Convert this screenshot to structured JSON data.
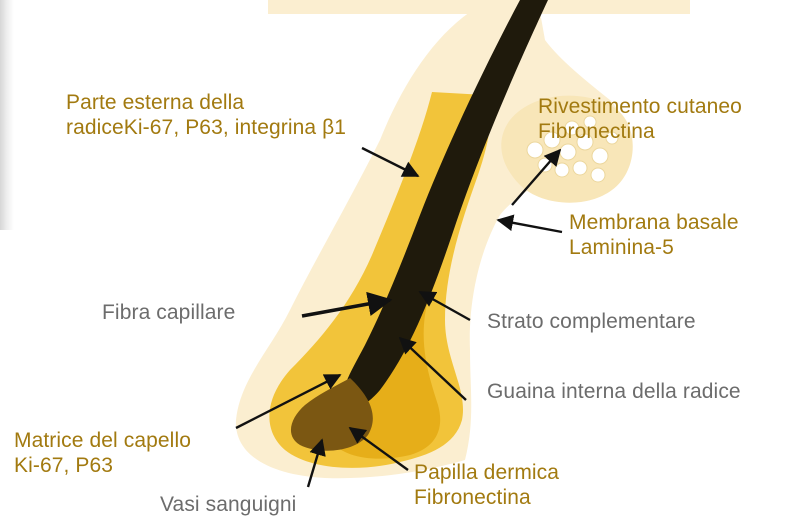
{
  "labels": {
    "outer_root_sheath": {
      "line1": "Parte esterna della",
      "line2": "radiceKi-67, P63, integrina β1"
    },
    "skin_lining": {
      "line1": "Rivestimento cutaneo",
      "line2": "Fibronectina"
    },
    "basement_membrane": {
      "line1": "Membrana basale",
      "line2": "Laminina-5"
    },
    "hair_fiber": "Fibra capillare",
    "companion_layer": "Strato complementare",
    "inner_root_sheath": "Guaina interna della radice",
    "hair_matrix": {
      "line1": "Matrice del capello",
      "line2": "Ki-67, P63"
    },
    "dermal_papilla": {
      "line1": "Papilla dermica",
      "line2": "Fibronectina"
    },
    "blood_vessels": "Vasi sanguigni"
  },
  "colors": {
    "skin": "#fbeed0",
    "outer_sheath": "#f2c43a",
    "inner_sheath": "#e6ae19",
    "hair_shaft": "#1f1a0c",
    "papilla": "#7b5712",
    "gold_text": "#a27a10",
    "gray_text": "#6c6c6c",
    "arrows": "#111111"
  }
}
